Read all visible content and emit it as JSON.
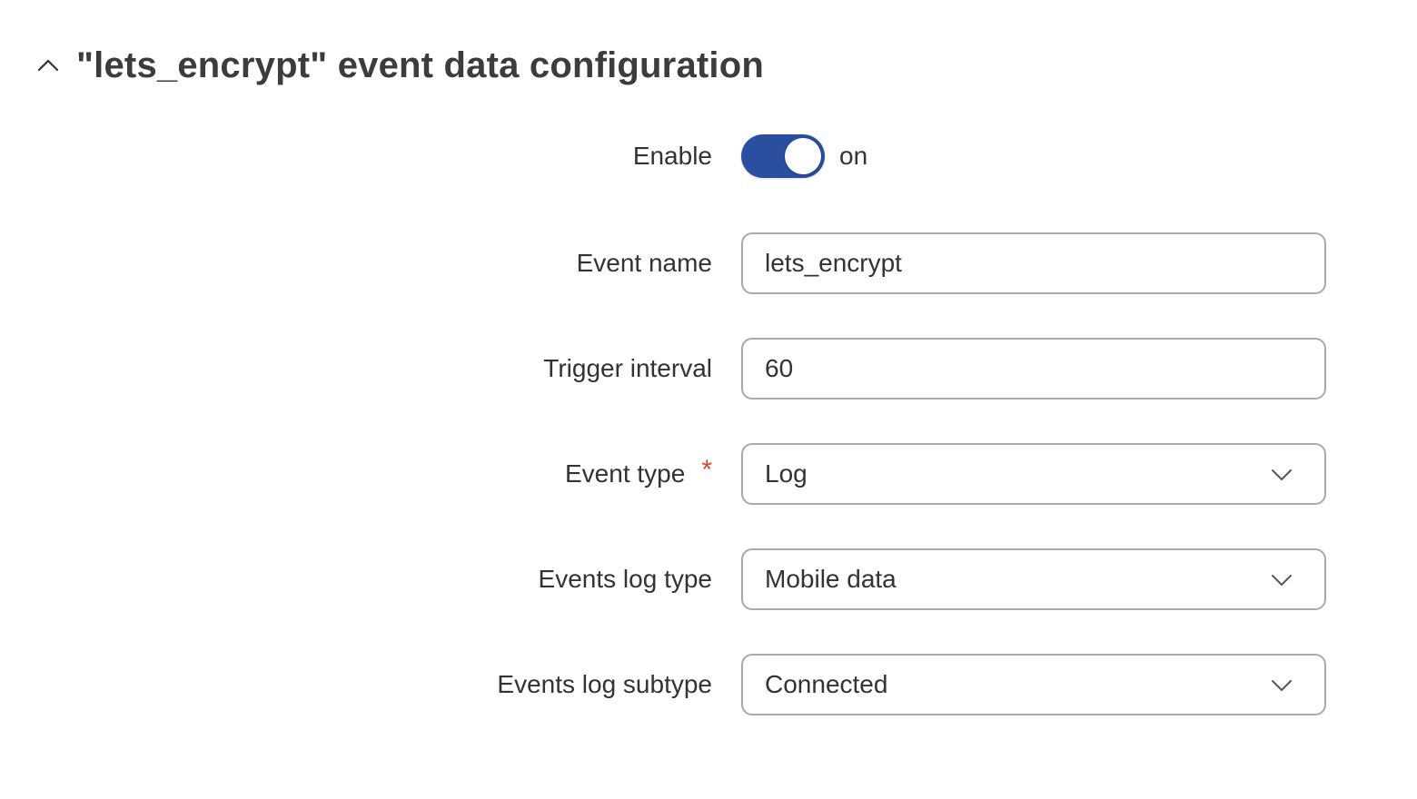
{
  "section": {
    "title": "\"lets_encrypt\" event data configuration",
    "collapse_icon": "chevron-up-icon"
  },
  "fields": {
    "enable": {
      "label": "Enable",
      "state_text": "on",
      "checked": true,
      "accent_color": "#2b4fa0"
    },
    "event_name": {
      "label": "Event name",
      "value": "lets_encrypt"
    },
    "trigger_interval": {
      "label": "Trigger interval",
      "value": "60"
    },
    "event_type": {
      "label": "Event type",
      "required_mark": "*",
      "required_color": "#d24b2f",
      "value": "Log",
      "icon": "chevron-down-icon"
    },
    "events_log_type": {
      "label": "Events log type",
      "value": "Mobile data",
      "icon": "chevron-down-icon"
    },
    "events_log_subtype": {
      "label": "Events log subtype",
      "value": "Connected",
      "icon": "chevron-down-icon"
    }
  }
}
